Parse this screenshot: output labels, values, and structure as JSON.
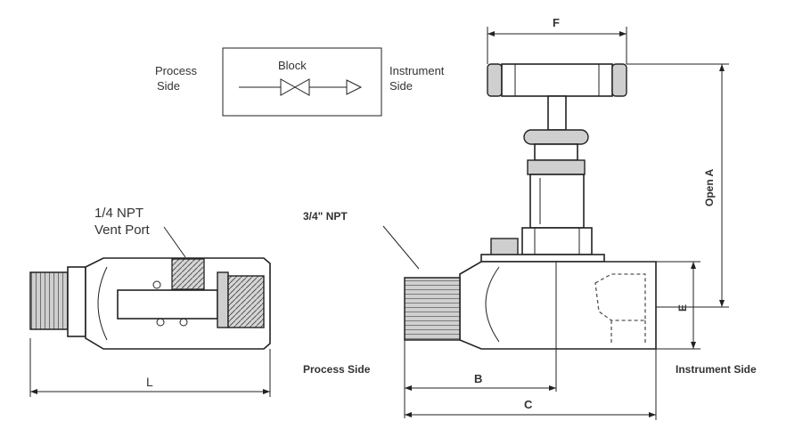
{
  "symbol": {
    "process_side": [
      "Process",
      "Side"
    ],
    "block": "Block",
    "instrument_side": [
      "Instrument",
      "Side"
    ]
  },
  "side_view": {
    "vent_port": [
      "1/4 NPT",
      "Vent Port"
    ],
    "dim_l": "L"
  },
  "front_view": {
    "npt_label": "3/4\" NPT",
    "dim_f": "F",
    "dim_open_a": "Open A",
    "dim_e": "E",
    "dim_b": "B",
    "dim_c": "C",
    "process_side": "Process Side",
    "instrument_side": "Instrument Side"
  },
  "colors": {
    "line": "#222222",
    "thread": "#cfcfcf",
    "text": "#333333"
  }
}
